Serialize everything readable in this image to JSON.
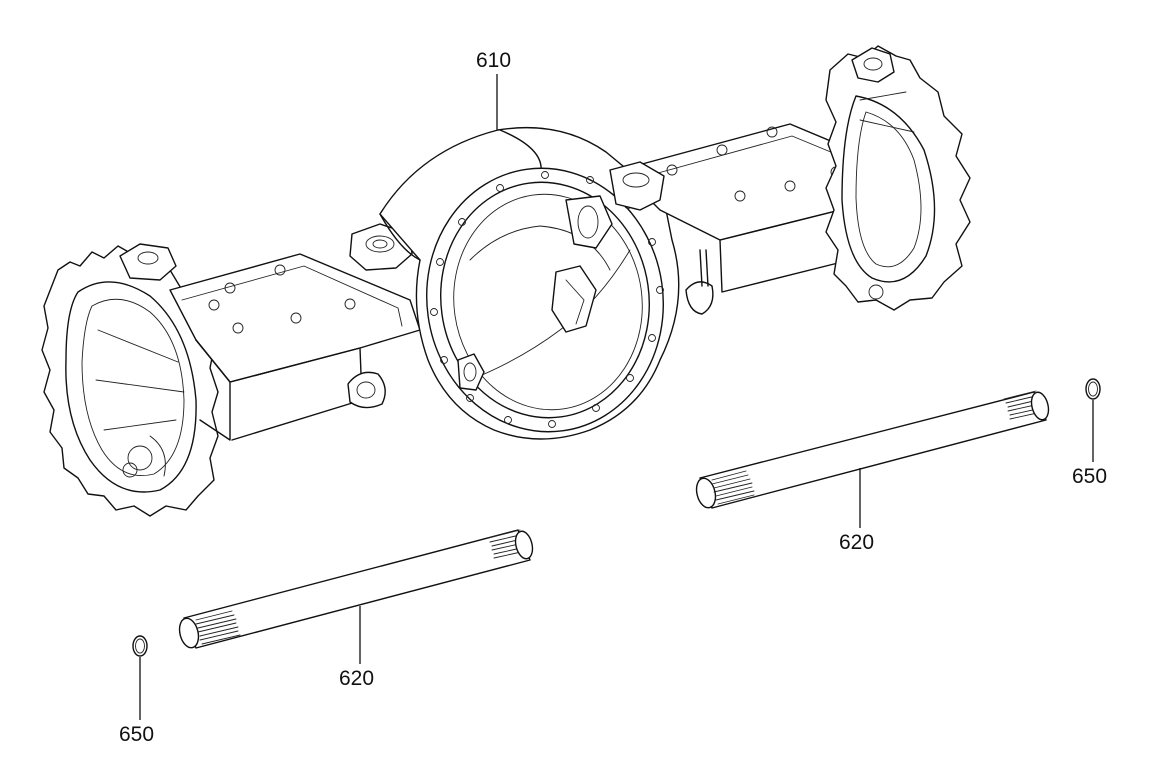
{
  "callouts": {
    "housing": "610",
    "shaft_right": "620",
    "shaft_left": "620",
    "ring_right": "650",
    "ring_left": "650"
  },
  "colors": {
    "ink": "#111111",
    "background": "#ffffff"
  }
}
